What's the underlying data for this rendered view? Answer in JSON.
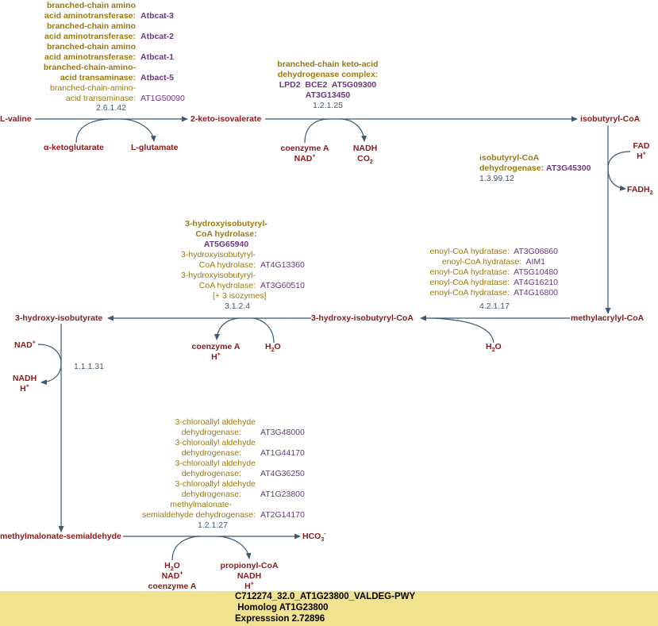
{
  "compounds": {
    "l_valine": "L-valine",
    "keto_isovalerate": "2-keto-isovalerate",
    "isobutyryl_coa": "isobutyryl-CoA",
    "methylacrylyl_coa": "methylacrylyl-CoA",
    "hydroxy_isobutyryl_coa": "3-hydroxy-isobutyryl-CoA",
    "hydroxy_isobutyrate": "3-hydroxy-isobutyrate",
    "methylmalonate_semialdehyde": "methylmalonate-semialdehyde",
    "hco3": "HCO",
    "hco3_sub": "3",
    "hco3_sup": "-"
  },
  "side": {
    "a_ketoglutarate": "α-ketoglutarate",
    "l_glutamate": "L-glutamate",
    "coenzyme_a": "coenzyme A",
    "nad": "NAD",
    "plus": "+",
    "nadh": "NADH",
    "co2": "CO",
    "two": "2",
    "fad": "FAD",
    "h": "H",
    "fadh": "FADH",
    "h2o_h": "H",
    "h2o_o": "O",
    "propionyl_coa": "propionyl-CoA"
  },
  "reactions": {
    "r1": {
      "enzymes": [
        {
          "name1": "branched-chain amino",
          "name2": "acid aminotransferase:",
          "gene": "Atbcat-3"
        },
        {
          "name1": "branched-chain amino",
          "name2": "acid aminotransferase:",
          "gene": "Atbcat-2"
        },
        {
          "name1": "branched-chain amino",
          "name2": "acid aminotransferase:",
          "gene": "Atbcat-1"
        },
        {
          "name1": "branched-chain-amino-",
          "name2": "acid transaminase:",
          "gene": "Atbact-5"
        },
        {
          "name1": "branched-chain-amino-",
          "name2": "acid transaminase:",
          "gene": "AT1G50090"
        }
      ],
      "ec": "2.6.1.42"
    },
    "r2": {
      "enzyme1": "branched-chain keto-acid",
      "enzyme2": "dehydrogenase complex:",
      "genes1": "LPD2  BCE2  AT5G09300",
      "genes2": "AT3G13450",
      "ec": "1.2.1.25"
    },
    "r3": {
      "enzyme1": "isobutyryl-CoA",
      "enzyme2": "dehydrogenase:",
      "gene": "AT3G45300",
      "ec": "1.3.99.12"
    },
    "r4": {
      "enzymes": [
        {
          "name": "enoyl-CoA hydratase:",
          "gene": "AT3G06860"
        },
        {
          "name": "enoyl-CoA hydratase:",
          "gene": "AIM1"
        },
        {
          "name": "enoyl-CoA hydratase:",
          "gene": "AT5G10480"
        },
        {
          "name": "enoyl-CoA hydratase:",
          "gene": "AT4G16210"
        },
        {
          "name": "enoyl-CoA hydratase:",
          "gene": "AT4G16800"
        }
      ],
      "ec": "4.2.1.17"
    },
    "r5": {
      "main1": "3-hydroxyisobutyryl-",
      "main2": "CoA hydrolase:",
      "main_gene": "AT5G65940",
      "enzymes": [
        {
          "name1": "3-hydroxyisobutyryl-",
          "name2": "CoA hydrolase:",
          "gene": "AT4G13360"
        },
        {
          "name1": "3-hydroxyisobutyryl-",
          "name2": "CoA hydrolase:",
          "gene": "AT3G60510"
        }
      ],
      "more": "[+ 3 isozymes]",
      "ec": "3.1.2.4"
    },
    "r6": {
      "ec": "1.1.1.31"
    },
    "r7": {
      "enzymes": [
        {
          "name1": "3-chloroallyl aldehyde",
          "name2": "dehydrogenase:",
          "gene": "AT3G48000"
        },
        {
          "name1": "3-chloroallyl aldehyde",
          "name2": "dehydrogenase:",
          "gene": "AT1G44170"
        },
        {
          "name1": "3-chloroallyl aldehyde",
          "name2": "dehydrogenase:",
          "gene": "AT4G36250"
        },
        {
          "name1": "3-chloroallyl aldehyde",
          "name2": "dehydrogenase:",
          "gene": "AT1G23800"
        },
        {
          "name1": "methylmalonate-",
          "name2": "semialdehyde dehydrogenase:",
          "gene": "AT2G14170"
        }
      ],
      "ec": "1.2.1.27"
    }
  },
  "footer": {
    "line1": "C712274_32.0_AT1G23800_VALDEG-PWY",
    "line2": " Homolog AT1G23800",
    "line3": "Expresssion 2.72896"
  },
  "colors": {
    "arrow": "#3f5a70",
    "compound": "#8b1a1a",
    "enzyme": "#9a7a10",
    "gene": "#6a3a80",
    "footer_bg": "#efe38f"
  }
}
